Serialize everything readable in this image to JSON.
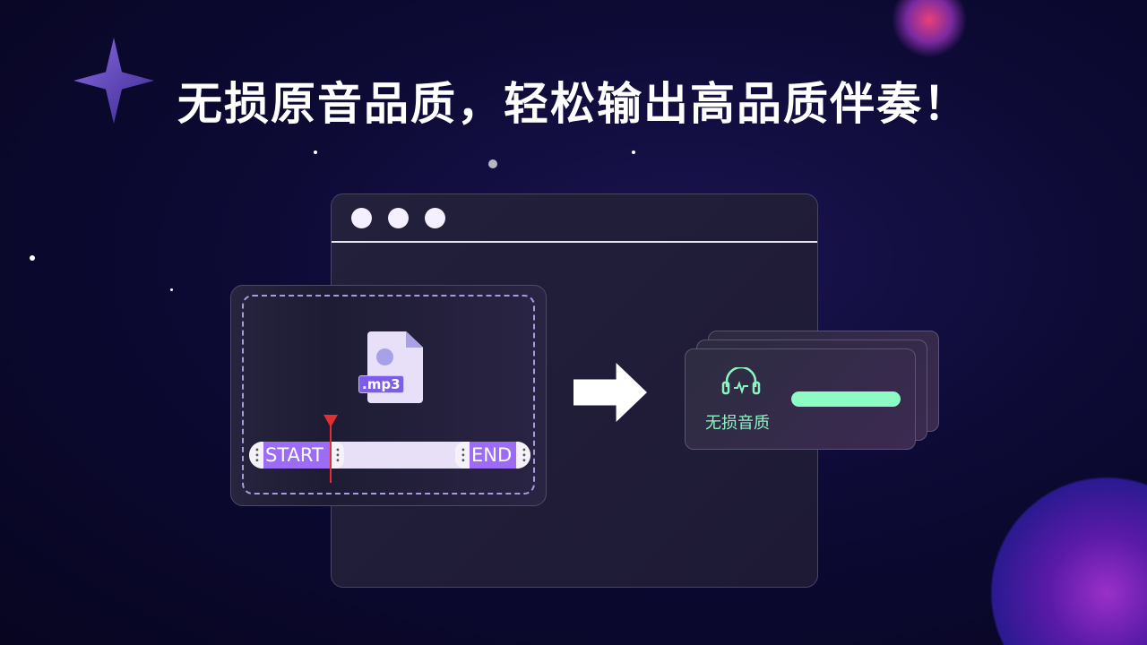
{
  "headline": "无损原音品质，轻松输出高品质伴奏！",
  "file_badge": ".mp3",
  "trim": {
    "start_label": "START",
    "end_label": "END"
  },
  "output": {
    "label": "无损音质"
  },
  "colors": {
    "accent": "#9c6cf4",
    "green": "#8cfcc4",
    "playhead": "#e03030"
  }
}
